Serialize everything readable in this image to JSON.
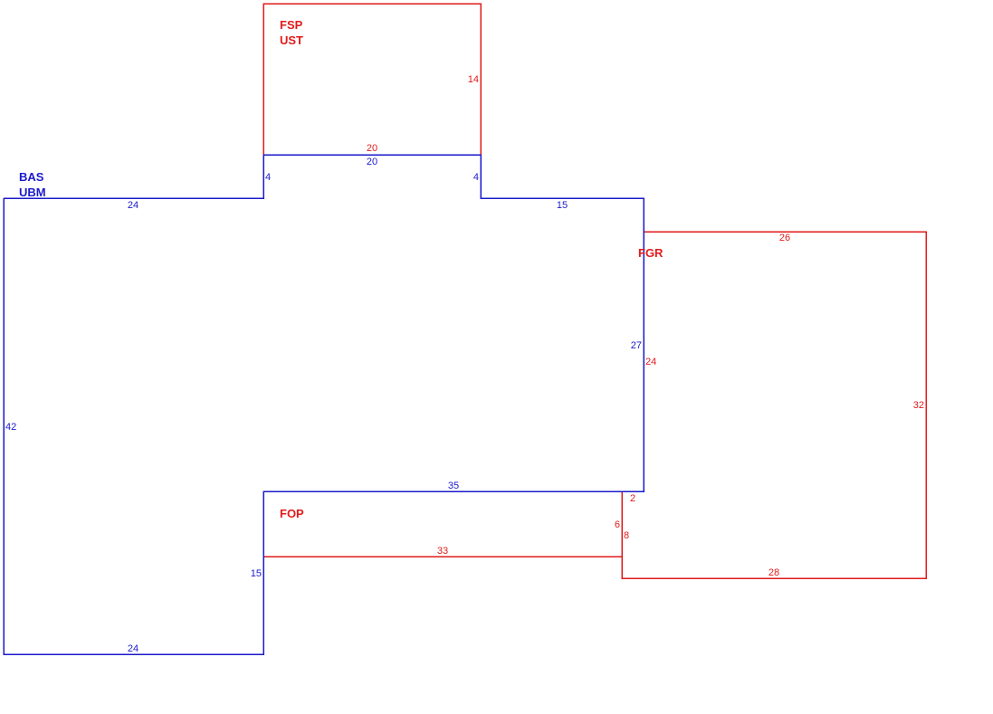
{
  "colors": {
    "living": "#1a1acc",
    "other": "#e01b1b"
  },
  "areas": {
    "bas": {
      "code": "BAS",
      "subcode": "UBM"
    },
    "fsp": {
      "code": "FSP",
      "subcode": "UST"
    },
    "fgr": {
      "code": "FGR"
    },
    "fop": {
      "code": "FOP"
    }
  },
  "dimensions": {
    "bas_top_left": "24",
    "bas_step_left": "4",
    "bas_top_mid": "20",
    "bas_step_right": "4",
    "bas_top_right": "15",
    "bas_right": "27",
    "bas_inner_bottom": "35",
    "bas_inner_left": "15",
    "bas_bottom": "24",
    "bas_left": "42",
    "fsp_bottom": "20",
    "fsp_right": "14",
    "fgr_top": "26",
    "fgr_left": "24",
    "fgr_right": "32",
    "fgr_bottom": "28",
    "fgr_step_upper": "2",
    "fgr_step_lower": "8",
    "fop_bottom": "33",
    "fop_right": "6"
  }
}
